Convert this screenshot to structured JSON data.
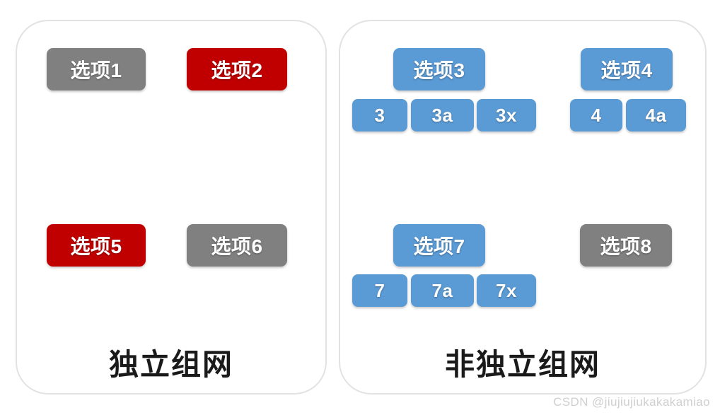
{
  "colors": {
    "gray": "#808080",
    "red": "#c00000",
    "blue": "#5b9bd5",
    "card_border": "#e2e2e2",
    "background": "#ffffff",
    "caption_text": "#1a1a1a",
    "watermark_text": "#cfcfcf"
  },
  "panels": {
    "standalone": {
      "caption": "独立组网",
      "options": [
        {
          "label": "选项1",
          "color": "gray",
          "subs": []
        },
        {
          "label": "选项2",
          "color": "red",
          "subs": []
        },
        {
          "label": "选项5",
          "color": "red",
          "subs": []
        },
        {
          "label": "选项6",
          "color": "gray",
          "subs": []
        }
      ]
    },
    "nonstandalone": {
      "caption": "非独立组网",
      "options": [
        {
          "label": "选项3",
          "color": "blue",
          "subs": [
            "3",
            "3a",
            "3x"
          ]
        },
        {
          "label": "选项4",
          "color": "blue",
          "subs": [
            "4",
            "4a"
          ]
        },
        {
          "label": "选项7",
          "color": "blue",
          "subs": [
            "7",
            "7a",
            "7x"
          ]
        },
        {
          "label": "选项8",
          "color": "gray",
          "subs": []
        }
      ]
    }
  },
  "watermark": "CSDN @jiujiujiukakakamiao"
}
